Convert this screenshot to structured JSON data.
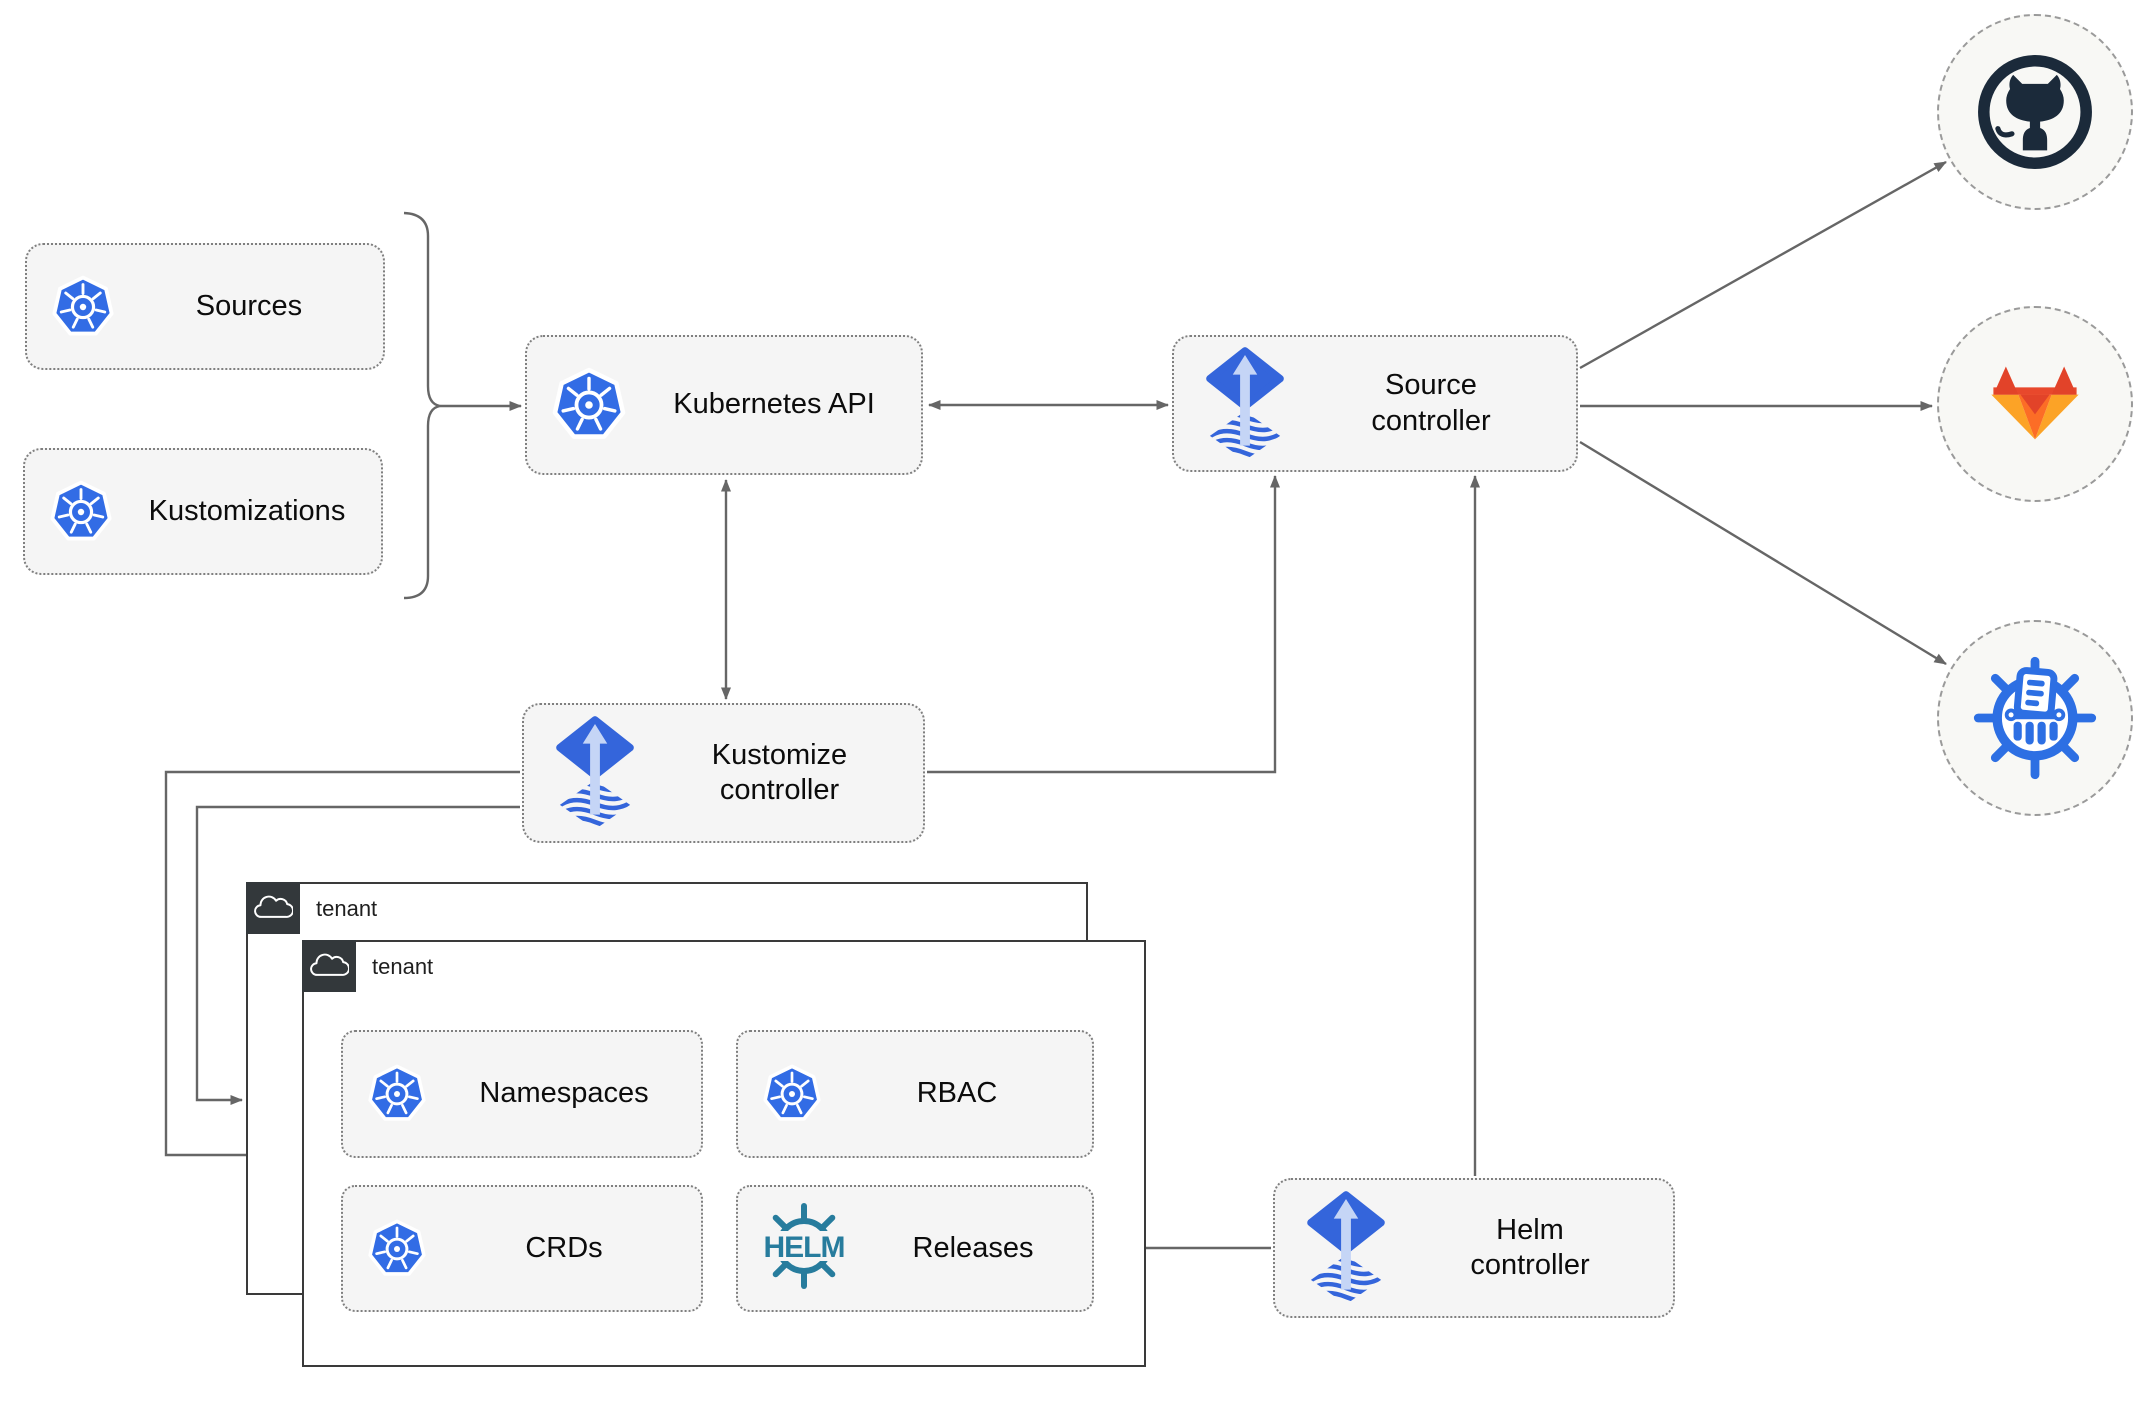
{
  "diagram": {
    "nodes": {
      "sources": {
        "label": "Sources",
        "icon": "kubernetes"
      },
      "kustomizations": {
        "label": "Kustomizations",
        "icon": "kubernetes"
      },
      "kubernetes_api": {
        "label": "Kubernetes API",
        "icon": "kubernetes"
      },
      "source_controller": {
        "label": "Source controller",
        "icon": "flux"
      },
      "kustomize_controller": {
        "label": "Kustomize controller",
        "icon": "flux"
      },
      "helm_controller": {
        "label": "Helm controller",
        "icon": "flux"
      }
    },
    "tenants": {
      "back": {
        "label": "tenant",
        "icon": "cloud"
      },
      "front": {
        "label": "tenant",
        "icon": "cloud"
      }
    },
    "tenant_items": {
      "namespaces": {
        "label": "Namespaces",
        "icon": "kubernetes"
      },
      "rbac": {
        "label": "RBAC",
        "icon": "kubernetes"
      },
      "crds": {
        "label": "CRDs",
        "icon": "kubernetes"
      },
      "releases": {
        "label": "Releases",
        "icon": "helm"
      }
    },
    "helm_logo": {
      "text": "HELM"
    },
    "endpoints": {
      "github": {
        "icon": "github-logo"
      },
      "gitlab": {
        "icon": "gitlab-logo"
      },
      "chartmuseum": {
        "icon": "chartmuseum-logo"
      }
    },
    "edges": [
      {
        "from": "sources+kustomizations",
        "to": "kubernetes_api",
        "style": "arrow"
      },
      {
        "from": "kubernetes_api",
        "to": "source_controller",
        "style": "double-arrow"
      },
      {
        "from": "kubernetes_api",
        "to": "kustomize_controller",
        "style": "double-arrow"
      },
      {
        "from": "kustomize_controller",
        "to": "source_controller",
        "style": "arrow"
      },
      {
        "from": "kustomize_controller",
        "to": "tenant-front",
        "style": "arrow"
      },
      {
        "from": "kustomize_controller",
        "to": "tenant-back",
        "style": "arrow"
      },
      {
        "from": "helm_controller",
        "to": "source_controller",
        "style": "arrow"
      },
      {
        "from": "helm_controller",
        "to": "releases",
        "style": "arrow"
      },
      {
        "from": "source_controller",
        "to": "github",
        "style": "arrow"
      },
      {
        "from": "source_controller",
        "to": "gitlab",
        "style": "arrow"
      },
      {
        "from": "source_controller",
        "to": "chartmuseum",
        "style": "arrow"
      }
    ],
    "colors": {
      "kubernetes_blue": "#326ce5",
      "flux_blue": "#3465db",
      "flux_arrow_light": "#c5d5f6",
      "helm_teal": "#277c9d",
      "github_dark": "#1b2a3a",
      "gitlab_orange_dark": "#e24329",
      "gitlab_orange_mid": "#fc6d26",
      "gitlab_orange_light": "#fca326",
      "chartmuseum_blue": "#2d6fe3",
      "line_gray": "#666666",
      "box_bg": "#f5f5f5",
      "tenant_badge_bg": "#33383b"
    }
  }
}
